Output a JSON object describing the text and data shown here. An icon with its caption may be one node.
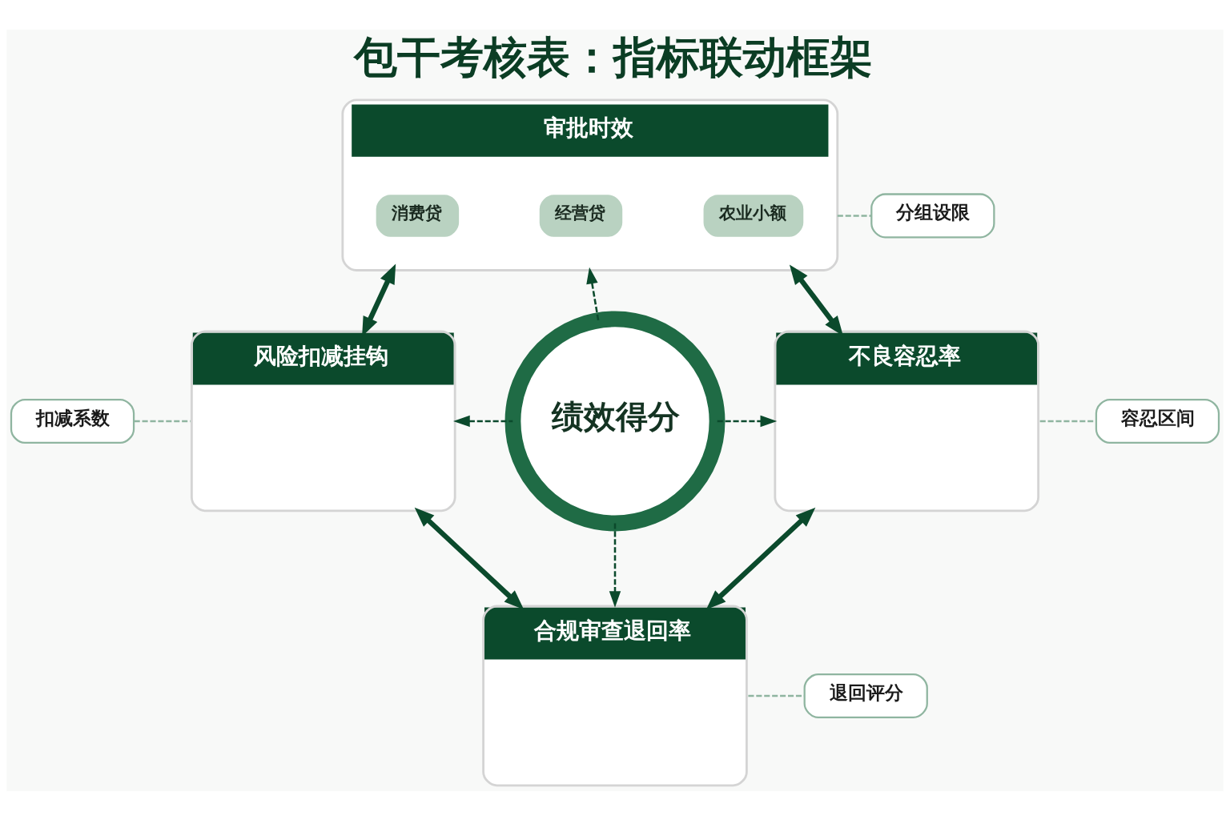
{
  "diagram": {
    "title": "包干考核表：指标联动框架",
    "nodes": [
      {
        "text": [
          "审批时效"
        ]
      },
      {
        "text": [
          "消费贷"
        ],
        "in": 0
      },
      {
        "text": [
          "经营贷"
        ],
        "in": 0
      },
      {
        "text": [
          "农业小额"
        ],
        "in": 0
      },
      {
        "text": [
          "分组设限"
        ]
      },
      {
        "text": [
          "风险扣减挂钩"
        ]
      },
      {
        "text": [
          "扣减系数"
        ]
      },
      {
        "text": [
          "绩效得分"
        ]
      },
      {
        "text": [
          "不良容忍率"
        ]
      },
      {
        "text": [
          "容忍区间"
        ]
      },
      {
        "text": [
          "合规审查退回率"
        ]
      },
      {
        "text": [
          "退回评分"
        ]
      }
    ],
    "edges": [
      {
        "from": 0,
        "to": 4,
        "arrow": "none",
        "style": "dashed",
        "color": "#8fb5a0"
      },
      {
        "from": 0,
        "to": 5,
        "arrow": "both",
        "style": "thick"
      },
      {
        "from": 0,
        "to": 8,
        "arrow": "both",
        "style": "thick"
      },
      {
        "from": 6,
        "to": 5,
        "arrow": "none",
        "style": "dashed",
        "color": "#8fb5a0"
      },
      {
        "from": 7,
        "to": 0,
        "arrow": "to",
        "style": "dashed"
      },
      {
        "from": 7,
        "to": 5,
        "arrow": "to",
        "style": "dashed"
      },
      {
        "from": 7,
        "to": 8,
        "arrow": "to",
        "style": "dashed"
      },
      {
        "from": 8,
        "to": 9,
        "arrow": "none",
        "style": "dashed",
        "color": "#8fb5a0"
      },
      {
        "from": 7,
        "to": 10,
        "arrow": "to",
        "style": "dashed"
      },
      {
        "from": 5,
        "to": 10,
        "arrow": "both",
        "style": "thick"
      },
      {
        "from": 8,
        "to": 10,
        "arrow": "both",
        "style": "thick"
      },
      {
        "from": 10,
        "to": 11,
        "arrow": "none",
        "style": "dashed",
        "color": "#8fb5a0"
      }
    ]
  }
}
